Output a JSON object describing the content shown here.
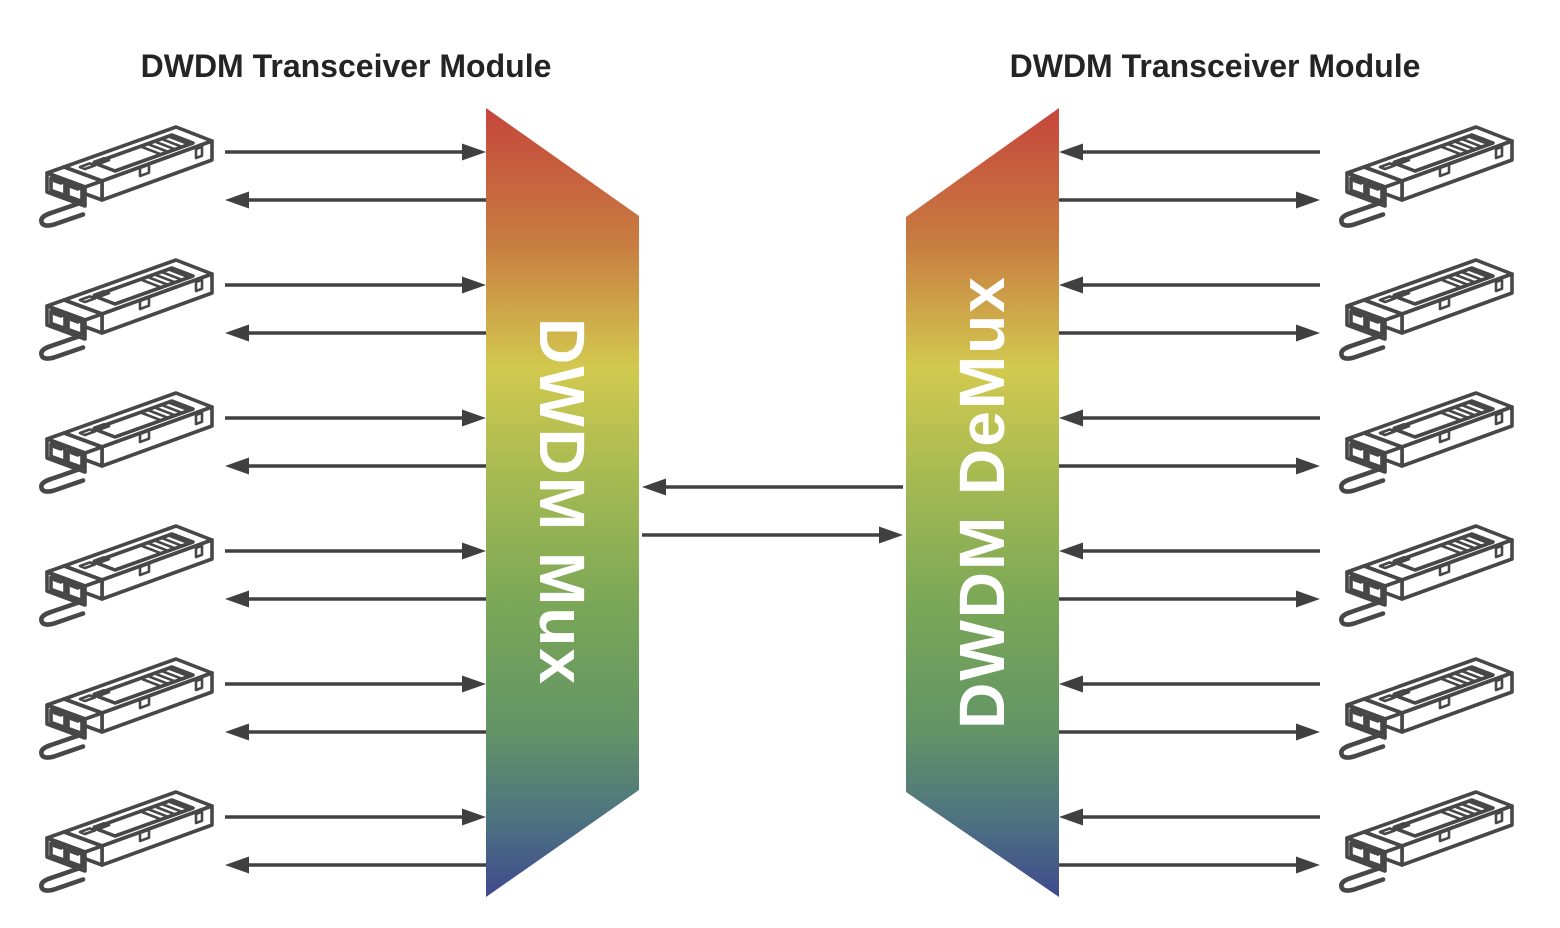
{
  "left_group": {
    "title": "DWDM Transceiver Module",
    "module_count": 6
  },
  "right_group": {
    "title": "DWDM Transceiver Module",
    "module_count": 6
  },
  "mux": {
    "label": "DWDM Mux"
  },
  "demux": {
    "label": "DWDM DeMux"
  },
  "fiber_link": {
    "arrow_pairs": 1,
    "direction": "bidirectional"
  },
  "channels_per_side": 6,
  "arrows_per_module": 2,
  "colors": {
    "background": "#ffffff",
    "arrow": "#404040",
    "line_art": "#474747",
    "title_text": "#242424",
    "label_text": "#ffffff",
    "spectrum": [
      "#c5463c",
      "#c87c41",
      "#d2c94f",
      "#abbc52",
      "#7aa757",
      "#639466",
      "#4e7380",
      "#3f4a8e"
    ]
  },
  "icons": {
    "module": "sfp-transceiver-module-line-art",
    "channel_arrow": "direction-arrow"
  }
}
